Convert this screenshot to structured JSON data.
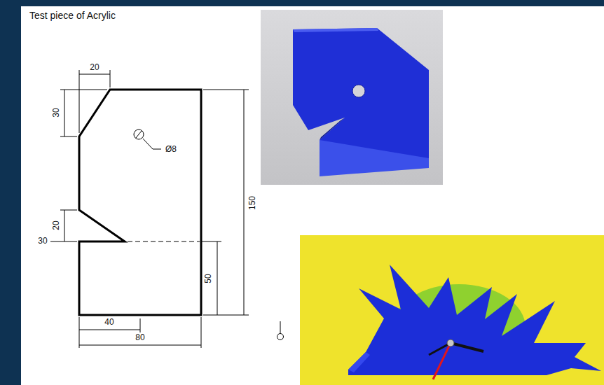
{
  "diagram": {
    "title": "Test piece of Acrylic",
    "labels": [
      "20",
      "30",
      "Ø8",
      "20",
      "30",
      "150",
      "50",
      "40",
      "80"
    ]
  }
}
